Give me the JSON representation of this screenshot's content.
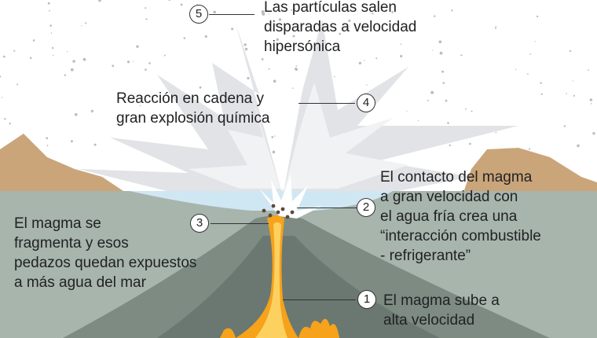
{
  "colors": {
    "sky": "#ffffff",
    "explosion": "#e2e3e6",
    "explosion_core": "#f1f2f4",
    "water_surface": "#cfe7f3",
    "sea_body": "#a7b5ad",
    "volcano": "#7d8b83",
    "volcano_core": "#6b7872",
    "mountains": "#caa57a",
    "magma": "#f6a21b",
    "magma_light": "#fcd160",
    "text": "#222222"
  },
  "steps": [
    {
      "number": "1",
      "text": "El magma sube a\nalta velocidad"
    },
    {
      "number": "2",
      "text": "El contacto del magma\na gran velocidad con\nel agua fría crea una\n“interacción combustible\n- refrigerante”"
    },
    {
      "number": "3",
      "text": "El magma se\nfragmenta y esos\npedazos quedan expuestos\na más agua del mar"
    },
    {
      "number": "4",
      "text": "Reacción en cadena y\ngran explosión química"
    },
    {
      "number": "5",
      "text": "Las partículas salen\ndisparadas a velocidad\nhipersónica"
    }
  ]
}
